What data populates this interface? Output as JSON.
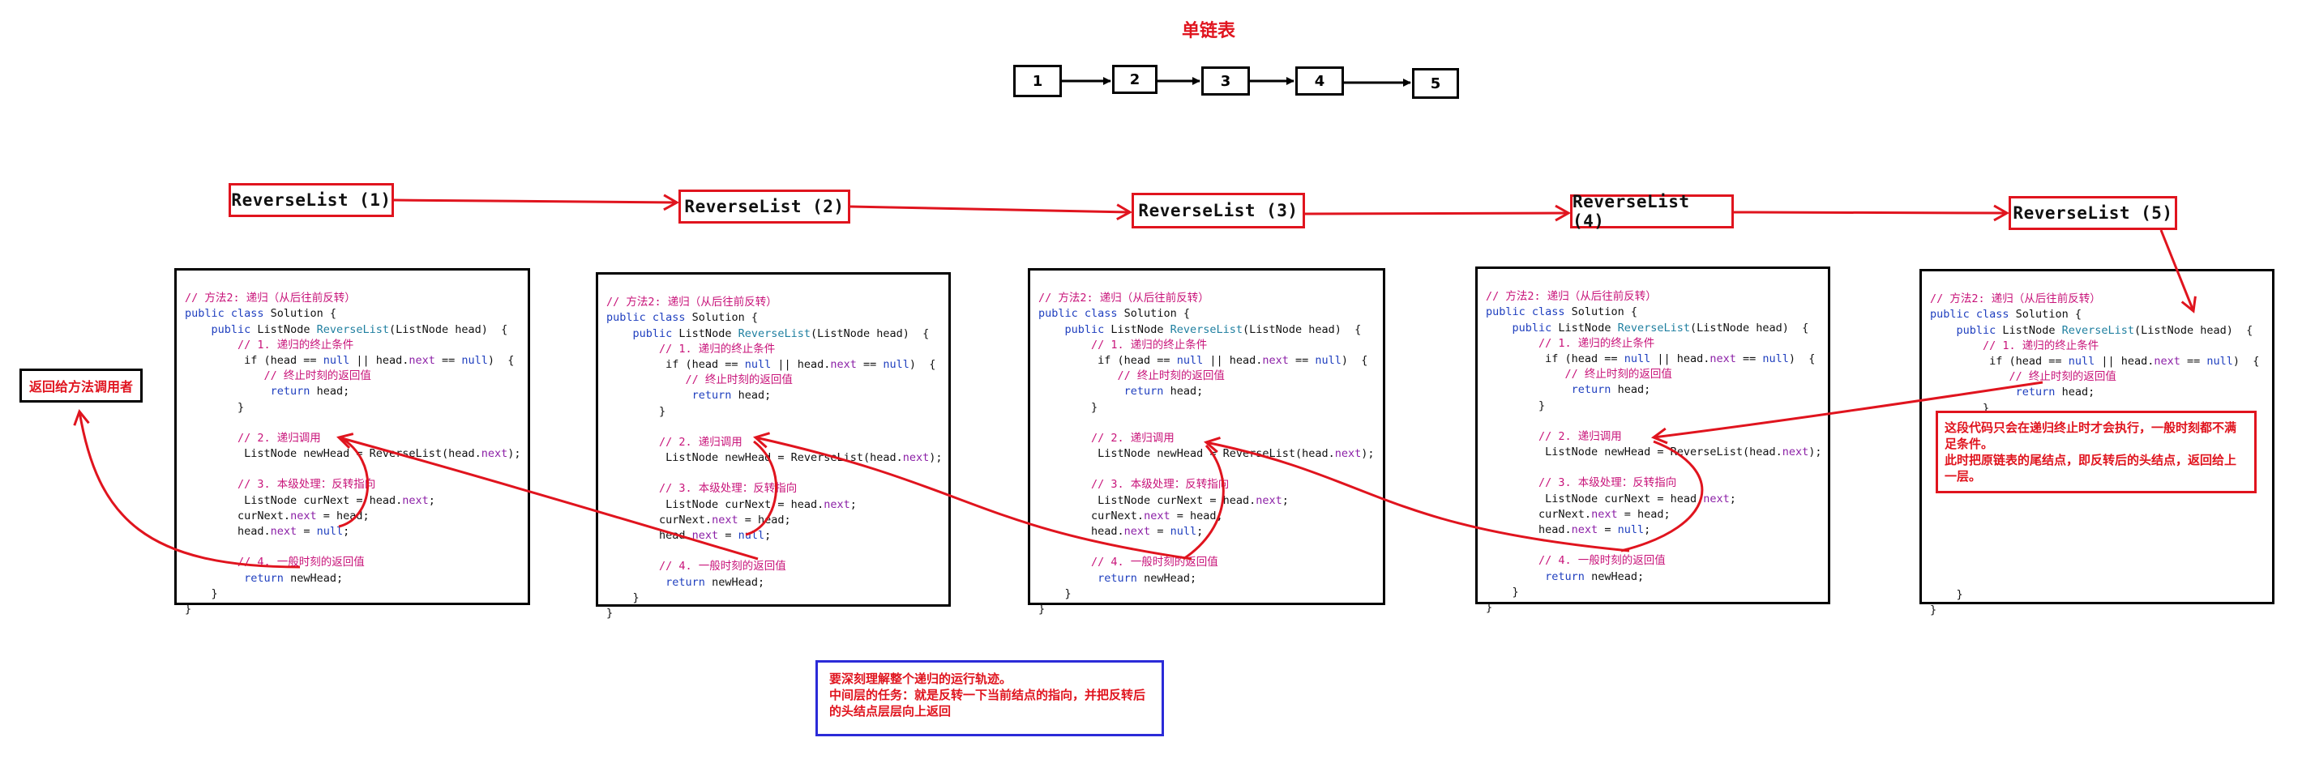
{
  "diagram_title": "单链表",
  "linked_list": {
    "nodes": [
      "1",
      "2",
      "3",
      "4",
      "5"
    ]
  },
  "calls": [
    "ReverseList (1)",
    "ReverseList (2)",
    "ReverseList (3)",
    "ReverseList (4)",
    "ReverseList (5)"
  ],
  "code": {
    "l1": "// 方法2: 递归（从后往前反转）",
    "l2_kw": "public class",
    "l2_rest": " Solution {",
    "l3_kw": "public",
    "l3_a": " ListNode ",
    "l3_fn": "ReverseList",
    "l3_b": "(ListNode head)  {",
    "l4": "// 1. 递归的终止条件",
    "l5_a": "if (head == ",
    "l5_null": "null",
    "l5_b": " || head.",
    "l5_next": "next",
    "l5_c": " == ",
    "l5_null2": "null",
    "l5_d": ")  {",
    "l6": "// 终止时刻的返回值",
    "l7_kw": "return",
    "l7_rest": " head;",
    "l8": "}",
    "l9": "// 2. 递归调用",
    "l10_a": "ListNode newHead = ReverseList(head.",
    "l10_next": "next",
    "l10_b": ");",
    "l11": "// 3. 本级处理：反转指向",
    "l12_a": "ListNode curNext = head.",
    "l12_next": "next",
    "l12_b": ";",
    "l13_a": "curNext.",
    "l13_next": "next",
    "l13_b": " = head;",
    "l14_a": "head.",
    "l14_next": "next",
    "l14_b": " = ",
    "l14_null": "null",
    "l14_c": ";",
    "l15": "// 4. 一般时刻的返回值",
    "l16_kw": "return",
    "l16_rest": " newHead;",
    "l17": "}",
    "l18": "}"
  },
  "return_to_caller": "返回给方法调用者",
  "terminal_note": "这段代码只会在递归终止时才会执行，一般时刻都不满足条件。\n此时把原链表的尾结点，即反转后的头结点，返回给上一层。",
  "summary_note": "要深刻理解整个递归的运行轨迹。\n中间层的任务：就是反转一下当前结点的指向，并把反转后的头结点层层向上返回",
  "colors": {
    "red": "#e0141e",
    "blue": "#2b2bd8",
    "black": "#000000"
  }
}
